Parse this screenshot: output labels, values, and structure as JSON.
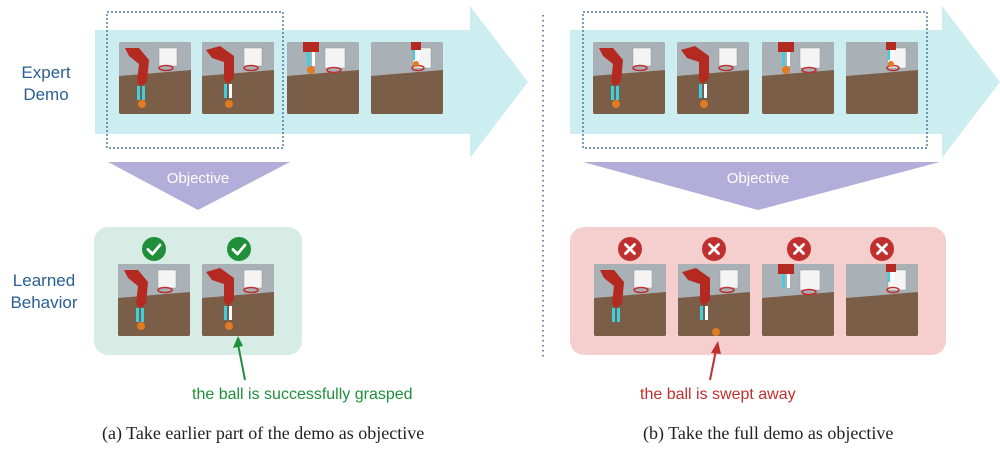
{
  "labels": {
    "expert_demo_line1": "Expert",
    "expert_demo_line2": "Demo",
    "learned_line1": "Learned",
    "learned_line2": "Behavior"
  },
  "panel_a": {
    "objective": "Objective",
    "note": "the ball is successfully grasped",
    "caption": "(a) Take earlier part of the demo as objective"
  },
  "panel_b": {
    "objective": "Objective",
    "note": "the ball is swept away",
    "caption": "(b) Take the full demo as objective"
  },
  "colors": {
    "arrow_fill": "#cdeef0",
    "objective_fill": "#b3aed9",
    "success_box": "#d7ece5",
    "success_icon": "#1f8f3a",
    "fail_box": "#f5cfcd",
    "fail_icon": "#c0302e",
    "label_blue": "#2a5f93"
  },
  "icons": {
    "success": "check-circle-icon",
    "failure": "x-circle-icon"
  }
}
